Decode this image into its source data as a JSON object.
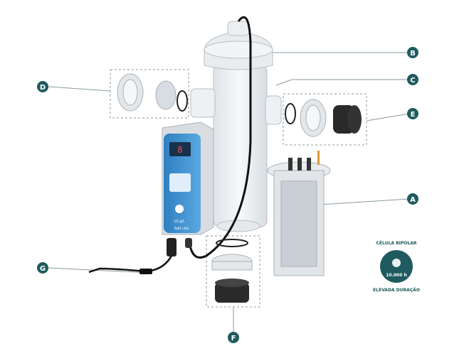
{
  "callouts": {
    "A": "A",
    "B": "B",
    "C": "C",
    "D": "D",
    "E": "E",
    "F": "F",
    "G": "G"
  },
  "controller": {
    "display_value": "8",
    "salt_label": "10 g/L",
    "model_label": "Salt Lite"
  },
  "badge": {
    "top_text": "CÉLULA BIPOLAR",
    "center_text": "10.000 h",
    "bottom_text": "ELEVADA DURAÇÃO"
  },
  "colors": {
    "callout": "#1f5b5e",
    "badge": "#1f5b5e",
    "controller_blue": "#3c8fd0",
    "dashed_box": "#8a9aa0",
    "housing": "#e6e9ec"
  }
}
